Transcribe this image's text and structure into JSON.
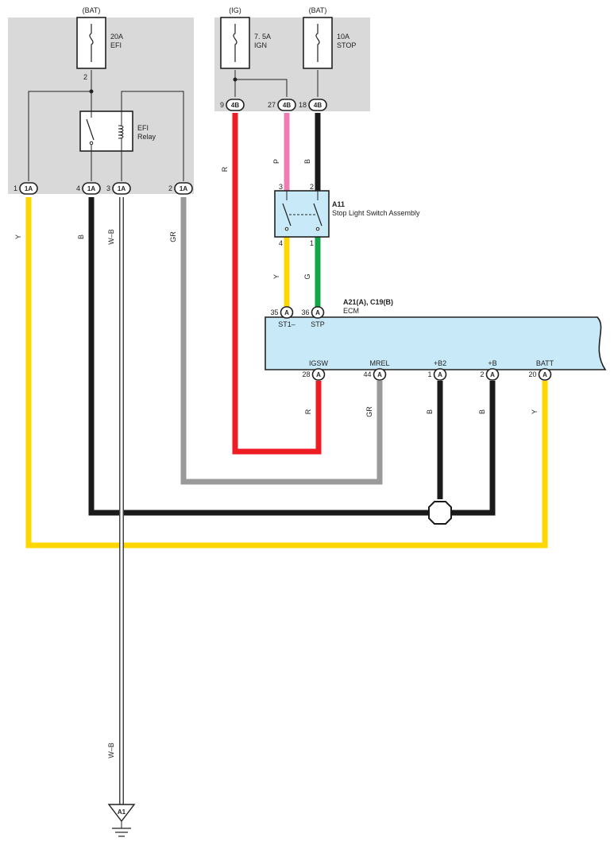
{
  "fuses": [
    {
      "source": "(BAT)",
      "rating": "20A",
      "name": "EFI"
    },
    {
      "source": "(IG)",
      "rating": "7. 5A",
      "name": "IGN"
    },
    {
      "source": "(BAT)",
      "rating": "10A",
      "name": "STOP"
    }
  ],
  "relay": {
    "line1": "EFI",
    "line2": "Relay"
  },
  "relay_pin": "2",
  "switch_assy": {
    "code": "A11",
    "name": "Stop Light Switch Assembly",
    "pins": [
      "3",
      "2",
      "4",
      "1"
    ]
  },
  "ecm": {
    "code": "A21(A), C19(B)",
    "name": "ECM"
  },
  "connectors": [
    {
      "pin": "1",
      "tag": "1A"
    },
    {
      "pin": "4",
      "tag": "1A"
    },
    {
      "pin": "3",
      "tag": "1A"
    },
    {
      "pin": "2",
      "tag": "1A"
    },
    {
      "pin": "9",
      "tag": "4B"
    },
    {
      "pin": "27",
      "tag": "4B"
    },
    {
      "pin": "18",
      "tag": "4B"
    },
    {
      "pin": "35",
      "tag": "A"
    },
    {
      "pin": "36",
      "tag": "A"
    },
    {
      "pin": "28",
      "tag": "A"
    },
    {
      "pin": "44",
      "tag": "A"
    },
    {
      "pin": "1",
      "tag": "A"
    },
    {
      "pin": "2",
      "tag": "A"
    },
    {
      "pin": "20",
      "tag": "A"
    }
  ],
  "ecm_terminals_top": [
    "ST1–",
    "STP"
  ],
  "ecm_terminals_bottom": [
    "IGSW",
    "MREL",
    "+B2",
    "+B",
    "BATT"
  ],
  "wire_colors": [
    "Y",
    "B",
    "W–B",
    "GR",
    "R",
    "P",
    "B",
    "Y",
    "G",
    "R",
    "GR",
    "B",
    "B",
    "Y",
    "W–B"
  ],
  "ground": "A1",
  "colors": {
    "panel": "#d9d9d9",
    "ecm_fill": "#c8e9f7",
    "switch_fill": "#c8e9f7",
    "Y": "#ffd700",
    "B": "#1a1a1a",
    "GR": "#9a9a9a",
    "R": "#ee1c25",
    "P": "#f07cb4",
    "G": "#12a64a"
  }
}
